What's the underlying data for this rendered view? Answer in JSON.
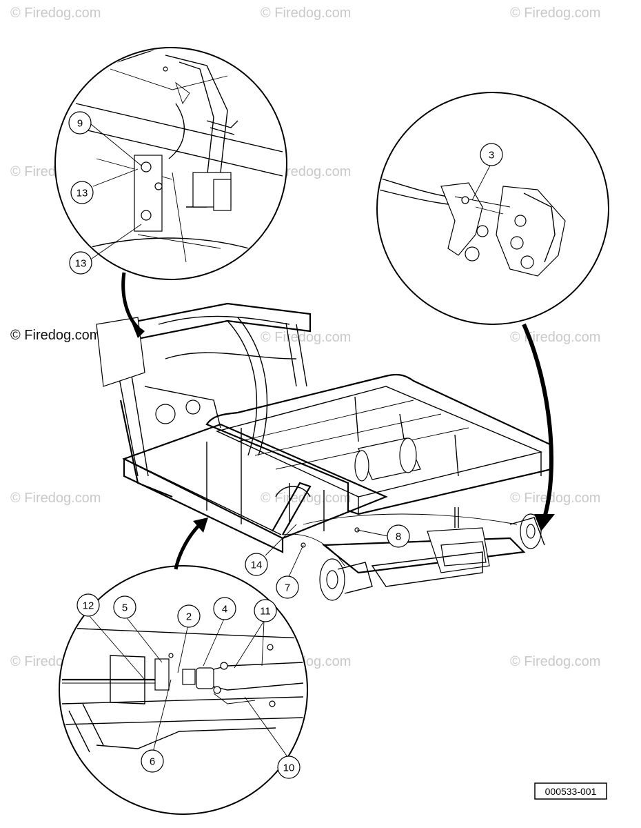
{
  "watermark": "© Firedog.com",
  "diagram_ref": "000533-001",
  "callouts": {
    "c2": "2",
    "c3": "3",
    "c4": "4",
    "c5": "5",
    "c6": "6",
    "c7": "7",
    "c8": "8",
    "c9": "9",
    "c10": "10",
    "c11": "11",
    "c12": "12",
    "c13a": "13",
    "c13b": "13",
    "c14": "14"
  }
}
